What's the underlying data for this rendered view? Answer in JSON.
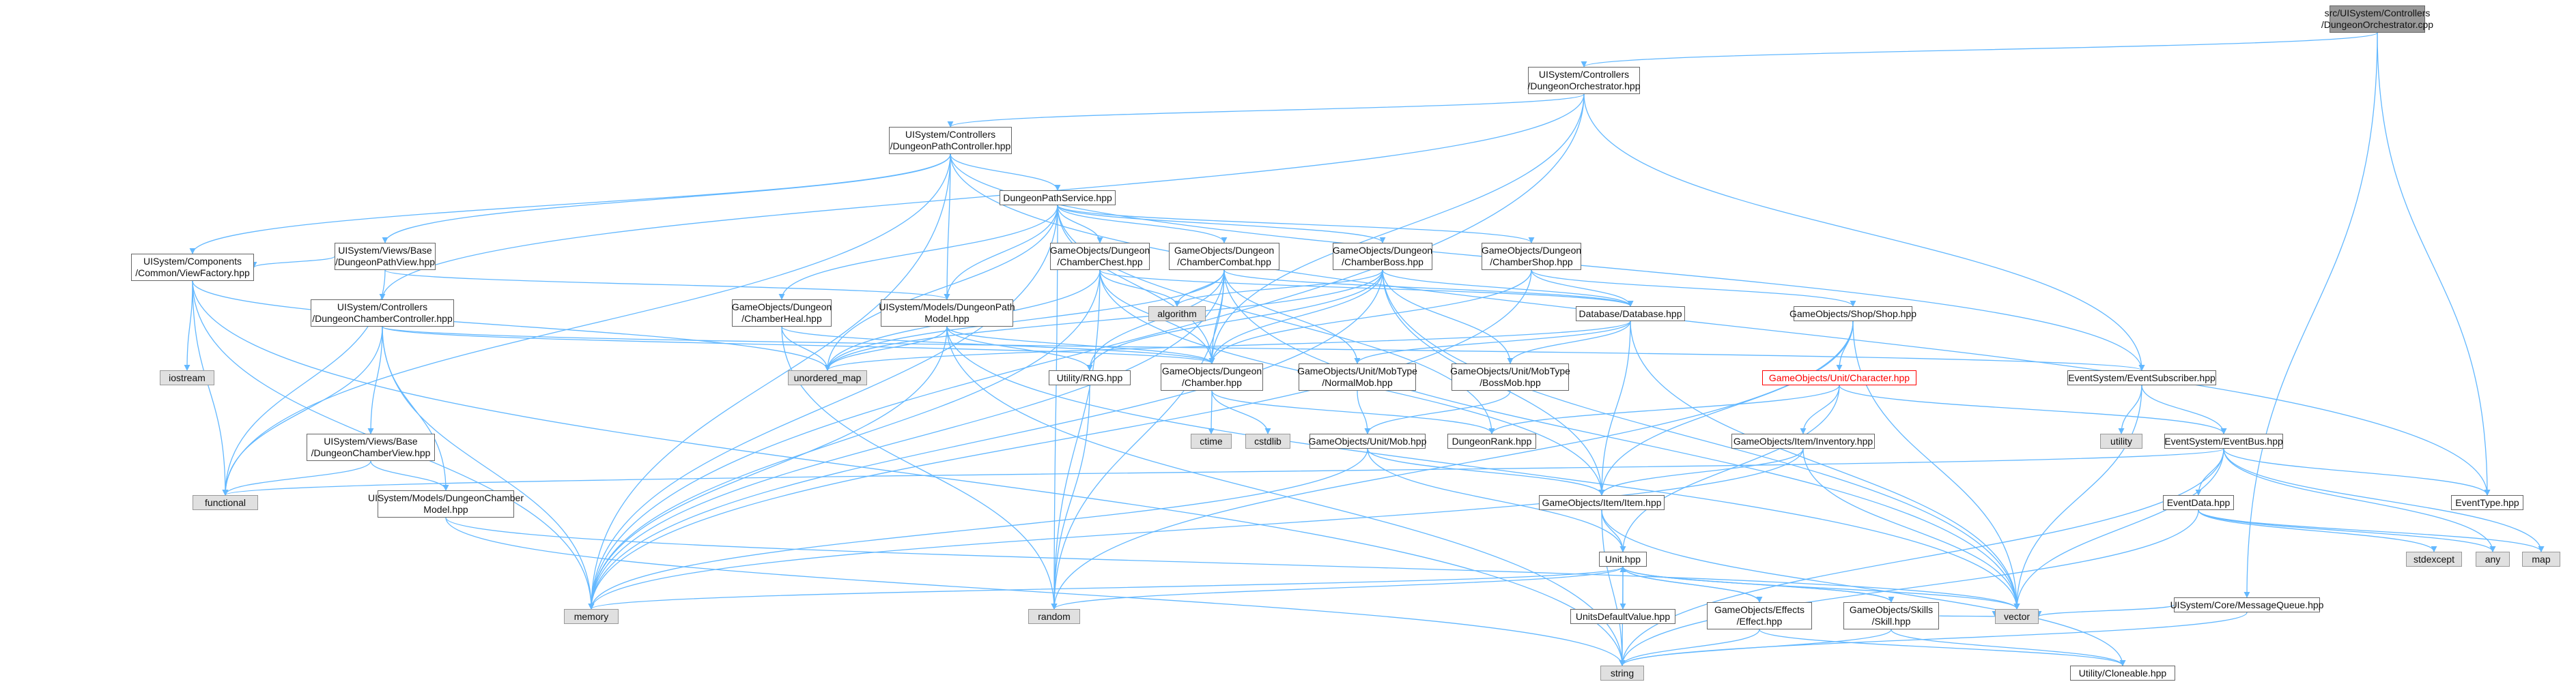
{
  "graph": {
    "title": "src/UISystem/Controllers/DungeonOrchestrator.cpp",
    "edge_color": "#63b8ff",
    "nodes": {
      "root": "src/UISystem/Controllers\n/DungeonOrchestrator.cpp",
      "orch": "UISystem/Controllers\n/DungeonOrchestrator.hpp",
      "pathctl": "UISystem/Controllers\n/DungeonPathController.hpp",
      "pathsvc": "DungeonPathService.hpp",
      "pathview": "UISystem/Views/Base\n/DungeonPathView.hpp",
      "factory": "UISystem/Components\n/Common/ViewFactory.hpp",
      "chamberctl": "UISystem/Controllers\n/DungeonChamberController.hpp",
      "chest": "GameObjects/Dungeon\n/ChamberChest.hpp",
      "combat": "GameObjects/Dungeon\n/ChamberCombat.hpp",
      "boss": "GameObjects/Dungeon\n/ChamberBoss.hpp",
      "shop": "GameObjects/Dungeon\n/ChamberShop.hpp",
      "heal": "GameObjects/Dungeon\n/ChamberHeal.hpp",
      "pathmodel": "UISystem/Models/DungeonPath\nModel.hpp",
      "database": "Database/Database.hpp",
      "shophpp": "GameObjects/Shop/Shop.hpp",
      "chamber": "GameObjects/Dungeon\n/Chamber.hpp",
      "rng": "Utility/RNG.hpp",
      "normalmob": "GameObjects/Unit/MobType\n/NormalMob.hpp",
      "bossmob": "GameObjects/Unit/MobType\n/BossMob.hpp",
      "character": "GameObjects/Unit/Character.hpp",
      "subscriber": "EventSystem/EventSubscriber.hpp",
      "chamberview": "UISystem/Views/Base\n/DungeonChamberView.hpp",
      "chambermodel": "UISystem/Models/DungeonChamber\nModel.hpp",
      "mob": "GameObjects/Unit/Mob.hpp",
      "rank": "DungeonRank.hpp",
      "inventory": "GameObjects/Item/Inventory.hpp",
      "eventbus": "EventSystem/EventBus.hpp",
      "item": "GameObjects/Item/Item.hpp",
      "eventdata": "EventData.hpp",
      "eventtype": "EventType.hpp",
      "unit": "Unit.hpp",
      "msgqueue": "UISystem/Core/MessageQueue.hpp",
      "unitsdefault": "UnitsDefaultValue.hpp",
      "effect": "GameObjects/Effects\n/Effect.hpp",
      "skill": "GameObjects/Skills\n/Skill.hpp",
      "cloneable": "Utility/Cloneable.hpp",
      "iostream": "iostream",
      "unordered_map": "unordered_map",
      "algorithm": "algorithm",
      "functional": "functional",
      "ctime": "ctime",
      "cstdlib": "cstdlib",
      "utility": "utility",
      "memory": "memory",
      "random": "random",
      "vector": "vector",
      "string": "string",
      "stdexcept": "stdexcept",
      "any": "any",
      "map": "map"
    }
  }
}
